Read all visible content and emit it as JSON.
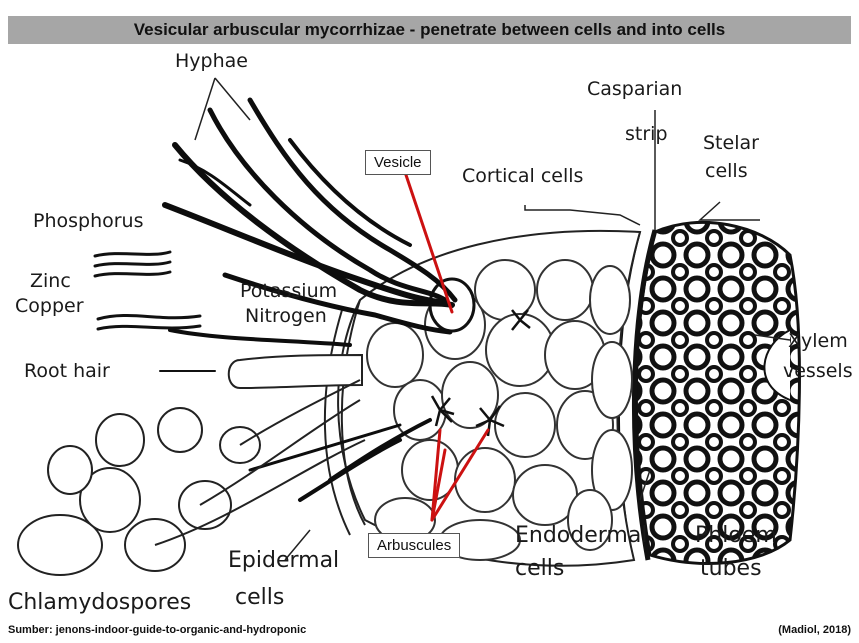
{
  "title": "Vesicular arbuscular mycorrhizae - penetrate between cells and into cells",
  "labels": {
    "hyphae": "Hyphae",
    "vesicle": "Vesicle",
    "cortical_cells": "Cortical cells",
    "casparian_strip_line1": "Casparian",
    "casparian_strip_line2": "strip",
    "stelar_cells_line1": "Stelar",
    "stelar_cells_line2": "cells",
    "phosphorus": "Phosphorus",
    "zinc": "Zinc",
    "copper": "Copper",
    "potassium": "Potassium",
    "nitrogen": "Nitrogen",
    "root_hair": "Root hair",
    "xylem_line1": "Xylem",
    "xylem_line2": "vessels",
    "arbuscules": "Arbuscules",
    "endodermal_line1": "Endodermal",
    "endodermal_line2": "cells",
    "phloem_line1": "Phloem",
    "phloem_line2": "tubes",
    "epidermal_line1": "Epidermal",
    "epidermal_line2": "cells",
    "chlamydospores": "Chlamydospores"
  },
  "footer": {
    "source": "Sumber: jenons-indoor-guide-to-organic-and-hydroponic",
    "citation": "(Madiol, 2018)"
  },
  "colors": {
    "title_bar": "#a6a6a6",
    "pointer_red": "#cc1111",
    "ink": "#1a1a1a"
  }
}
